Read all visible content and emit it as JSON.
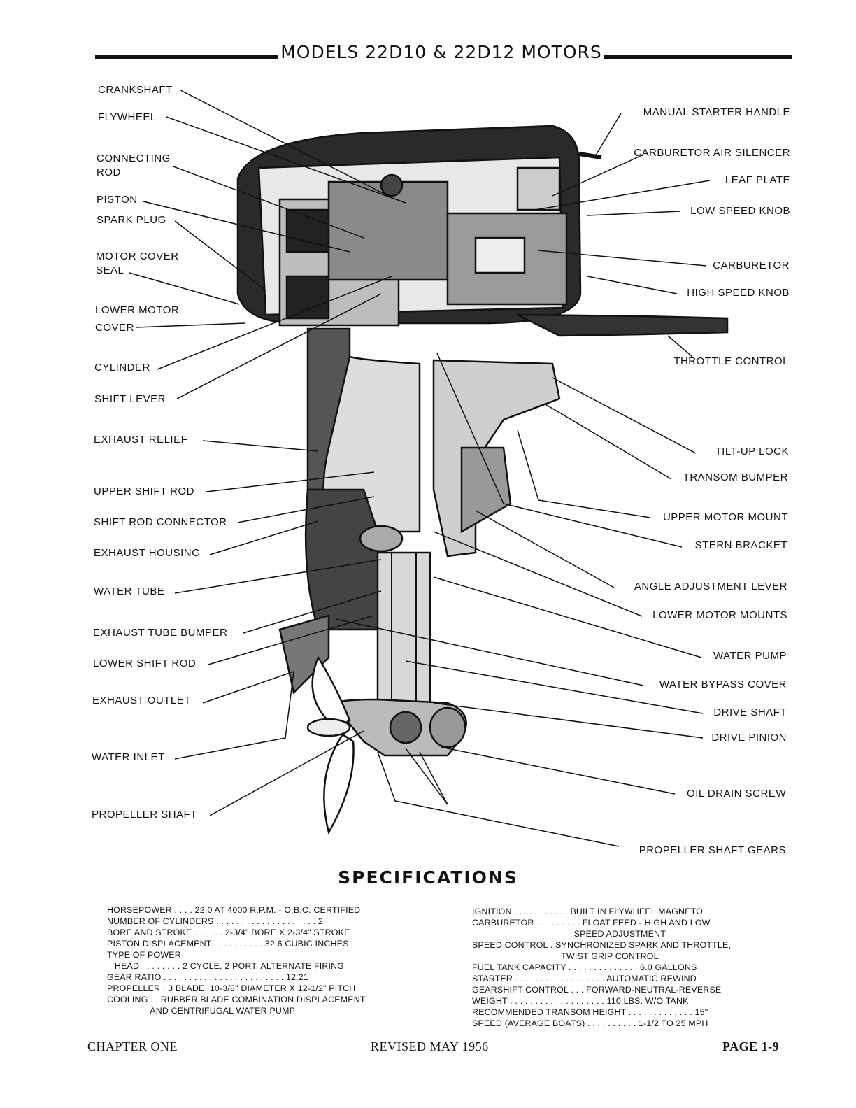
{
  "header": {
    "title": "MODELS 22D10 & 22D12 MOTORS"
  },
  "labels_left": [
    "CRANKSHAFT",
    "FLYWHEEL",
    "CONNECTING",
    "ROD",
    "PISTON",
    "SPARK PLUG",
    "MOTOR COVER",
    "SEAL",
    "LOWER MOTOR",
    "COVER",
    "CYLINDER",
    "SHIFT LEVER",
    "EXHAUST RELIEF",
    "UPPER SHIFT ROD",
    "SHIFT ROD CONNECTOR",
    "EXHAUST HOUSING",
    "WATER TUBE",
    "EXHAUST TUBE BUMPER",
    "LOWER SHIFT ROD",
    "EXHAUST OUTLET",
    "WATER INLET",
    "PROPELLER SHAFT"
  ],
  "labels_right": [
    "MANUAL STARTER HANDLE",
    "CARBURETOR AIR SILENCER",
    "LEAF PLATE",
    "LOW SPEED KNOB",
    "CARBURETOR",
    "HIGH SPEED KNOB",
    "THROTTLE CONTROL",
    "TILT-UP LOCK",
    "TRANSOM BUMPER",
    "UPPER MOTOR MOUNT",
    "STERN BRACKET",
    "ANGLE ADJUSTMENT LEVER",
    "LOWER MOTOR MOUNTS",
    "WATER PUMP",
    "WATER BYPASS COVER",
    "DRIVE SHAFT",
    "DRIVE PINION",
    "OIL DRAIN SCREW",
    "PROPELLER SHAFT GEARS"
  ],
  "specifications": {
    "title": "SPECIFICATIONS",
    "left": [
      "HORSEPOWER . . . . 22,0 AT 4000 R.P.M. - O.B.C. CERTIFIED",
      "NUMBER OF CYLINDERS . . . . . . . . . . . . . . . . . . . . 2",
      "BORE AND STROKE . . . . . . 2-3/4\" BORE X 2-3/4\" STROKE",
      "PISTON DISPLACEMENT . . . . . . . . . . 32.6 CUBIC INCHES",
      "TYPE OF POWER",
      "   HEAD . . . . . . . . 2 CYCLE, 2 PORT, ALTERNATE FIRING",
      "GEAR RATIO . . . . . . . . . . . . . . . . . . . . . . . . 12:21",
      "PROPELLER . 3 BLADE, 10-3/8\" DIAMETER X 12-1/2\" PITCH",
      "COOLING . . RUBBER BLADE COMBINATION DISPLACEMENT",
      "                 AND CENTRIFUGAL WATER PUMP"
    ],
    "right": [
      "IGNITION . . . . . . . . . . . BUILT IN FLYWHEEL MAGNETO",
      "CARBURETOR . . . . . . . . . FLOAT FEED - HIGH AND LOW",
      "                                        SPEED ADJUSTMENT",
      "SPEED CONTROL . SYNCHRONIZED SPARK AND THROTTLE,",
      "                                   TWIST GRIP CONTROL",
      "FUEL TANK CAPACITY . . . . . . . . . . . . . . 6.0 GALLONS",
      "STARTER . . . . . . . . . . . . . . . . . . AUTOMATIC REWIND",
      "GEARSHIFT CONTROL . . . FORWARD-NEUTRAL-REVERSE",
      "WEIGHT . . . . . . . . . . . . . . . . . . . 110 LBS. W/O TANK",
      "RECOMMENDED TRANSOM HEIGHT . . . . . . . . . . . . . 15\"",
      "SPEED (AVERAGE BOATS) . . . . . . . . . . 1-1/2 TO 25 MPH"
    ]
  },
  "footer": {
    "left": "CHAPTER ONE",
    "center": "REVISED MAY 1956",
    "right": "PAGE 1-9"
  }
}
